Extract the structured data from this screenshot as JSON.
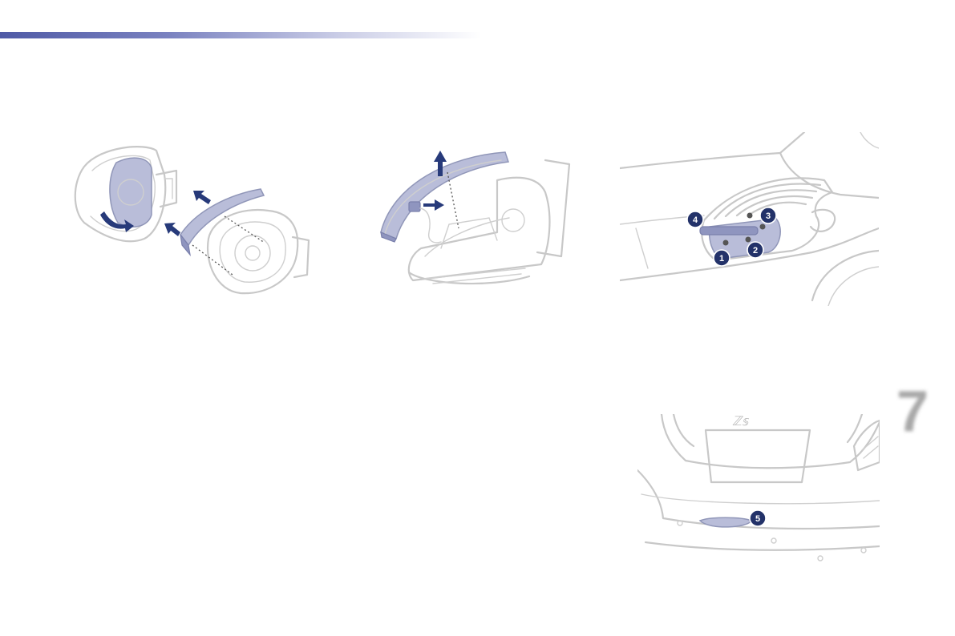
{
  "page": {
    "chapter_number": "7"
  },
  "illustrations": {
    "mirror_indicator_removal": {
      "icon": "mirror-indicator-removal-illustration"
    },
    "indicator_unit_unplug": {
      "icon": "indicator-bulb-unplug-illustration"
    },
    "rear_lamp_bulbs": {
      "icon": "rear-lamp-bulb-holder-illustration",
      "callouts": [
        "1",
        "2",
        "3",
        "4"
      ]
    },
    "number_plate_lamp": {
      "icon": "number-plate-lamp-illustration",
      "callouts": [
        "5"
      ]
    }
  },
  "colors": {
    "accent": "#4f5aa6",
    "part_fill": "#b9bdd9",
    "arrow": "#273a7a",
    "callout": "#233269",
    "outline": "#c8c8c8"
  }
}
